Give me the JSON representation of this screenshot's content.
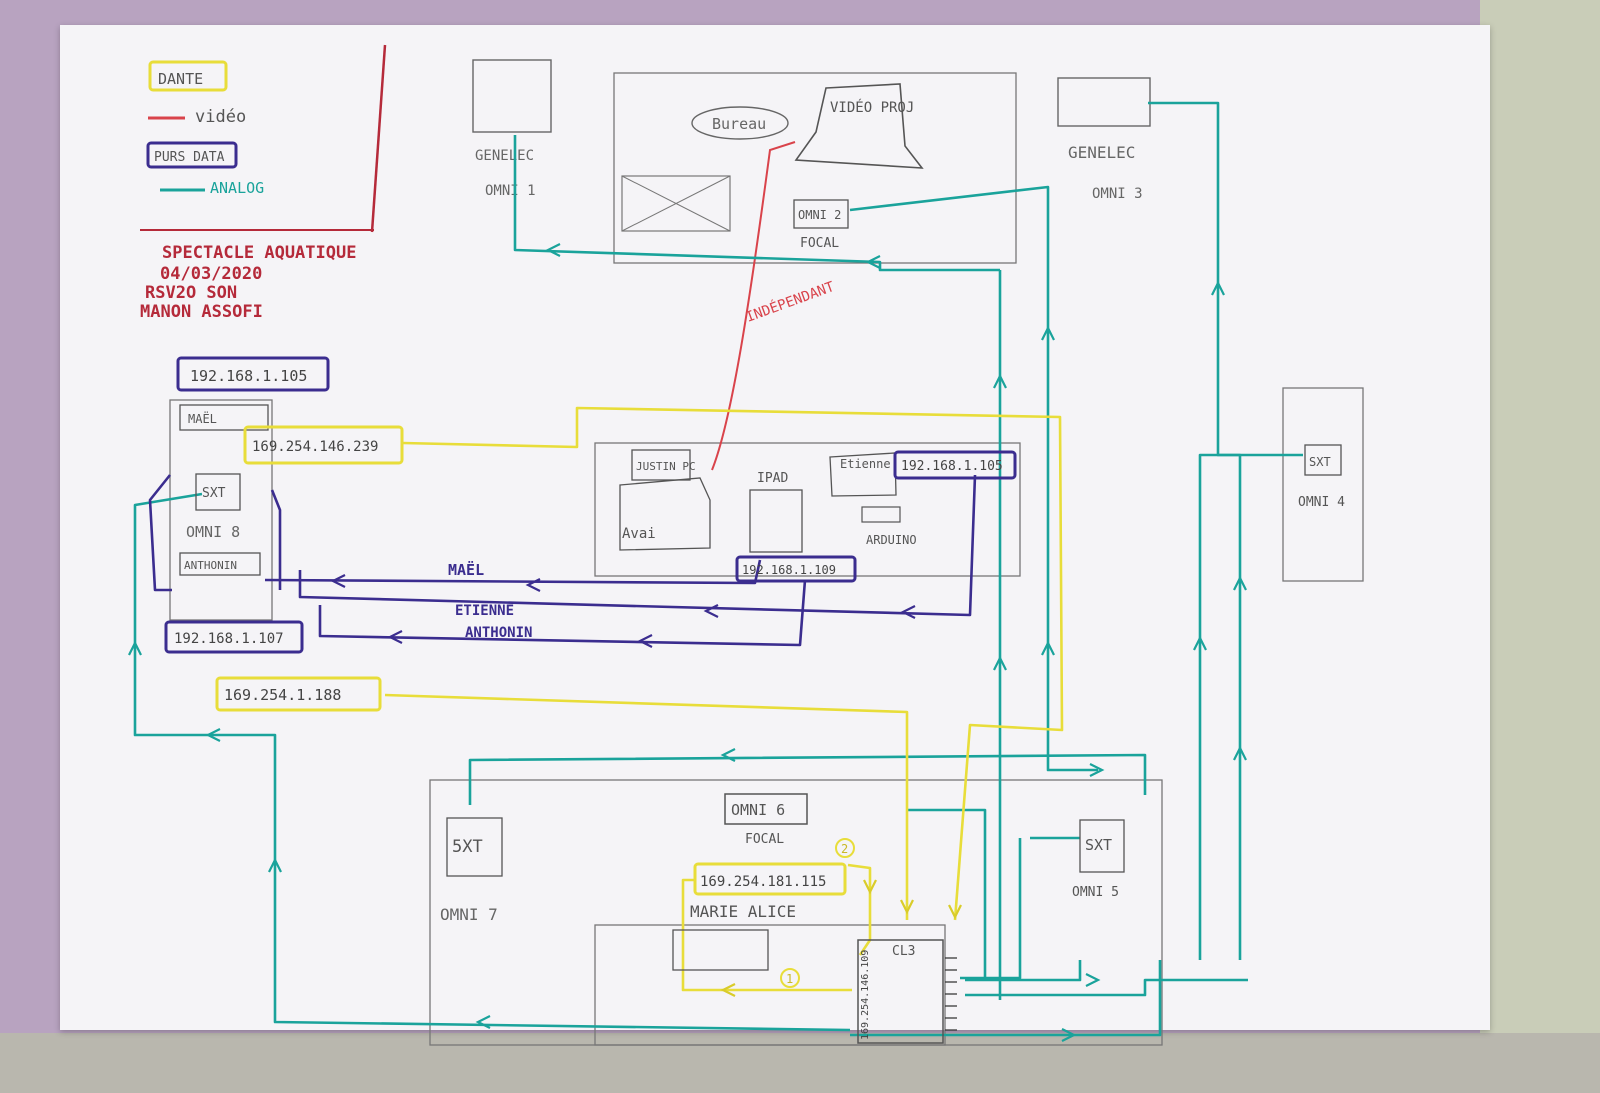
{
  "legend": {
    "dante": "DANTE",
    "video": "vidéo",
    "purs_data": "PURS DATA",
    "analog": "ANALOG"
  },
  "event": {
    "title": "SPECTACLE AQUATIQUE",
    "date": "04/03/2020",
    "code": "RSV2O SON",
    "name": "MANON ASSOFI"
  },
  "nodes": {
    "genelec_left": "GENELEC",
    "omni1": "OMNI 1",
    "bureau": "Bureau",
    "video_proj": "VIDÉO PROJ",
    "omni2": "OMNI 2",
    "focal_top": "FOCAL",
    "genelec_right": "GENELEC",
    "omni3": "OMNI 3",
    "independant": "INDÉPENDANT",
    "ip_top_left": "192.168.1.105",
    "mael": "MAËL",
    "ip_dante_left": "169.254.146.239",
    "sxt_left": "SXT",
    "omni8": "OMNI 8",
    "anthonin": "ANTHONIN",
    "ip_bottom_left": "192.168.1.107",
    "justin_pc": "JUSTIN PC",
    "avai": "Avai",
    "ipad": "IPAD",
    "etienne_box": "Etienne",
    "ip_etienne": "192.168.1.105",
    "arduino": "ARDUINO",
    "ip_ipad": "192.168.1.109",
    "label_mael": "MAËL",
    "label_etienne": "ETIENNE",
    "label_anthonin": "ANTHONIN",
    "sxt_omni4": "SXT",
    "omni4": "OMNI 4",
    "ip_dante_bottom": "169.254.1.188",
    "sxt_omni7": "5XT",
    "omni7": "OMNI 7",
    "omni6": "OMNI 6",
    "focal_bottom": "FOCAL",
    "ip_dante_marie": "169.254.181.115",
    "marie_alice": "MARIE ALICE",
    "cl3": "CL3",
    "cl3_ip": "169.254.146.109",
    "sxt_omni5": "SXT",
    "omni5": "OMNI 5",
    "marker_1": "1",
    "marker_2": "2"
  },
  "colors": {
    "dante": "#e8dd3a",
    "video": "#d9434b",
    "data": "#3b2d8f",
    "analog": "#1aa39b",
    "pencil": "#6b6b6b",
    "ink_red": "#b52a3a"
  }
}
